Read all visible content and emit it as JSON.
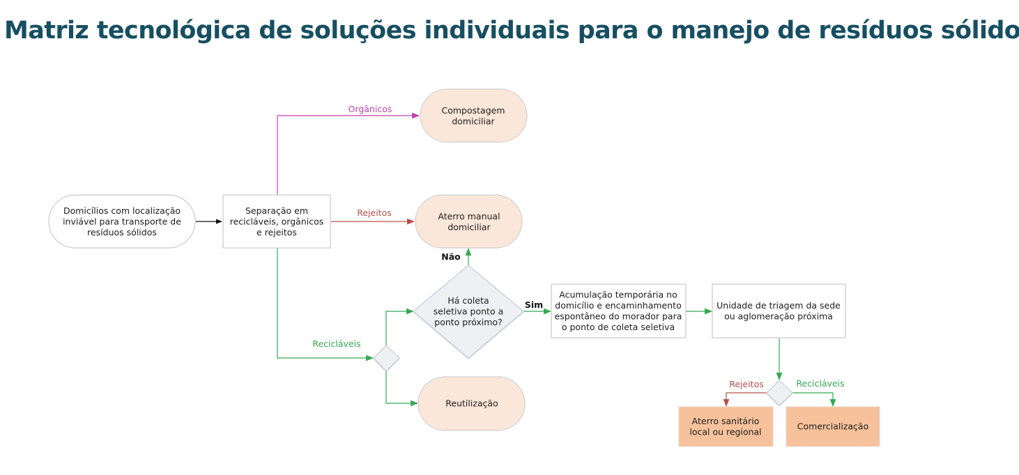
{
  "title": "Matriz tecnológica de  soluções individuais para o manejo de resíduos sólidos",
  "colors": {
    "title": "#174f62",
    "organicos": "#c23fb0",
    "rejeitos": "#b5504a",
    "reciclaveis": "#34a853",
    "neutral_arrow": "#111111",
    "terminal_fill_peach": "#fbe7da",
    "terminal_fill_white": "#ffffff",
    "process_fill_orange": "#f7c29b",
    "decision_fill": "#eef0f3",
    "node_border": "#c8c8c8"
  },
  "nodes": {
    "domicilios": {
      "lines": [
        "Domicílios com localização",
        "inviável para transporte de",
        "resíduos sólidos"
      ]
    },
    "separacao": {
      "lines": [
        "Separação em",
        "recicláveis, orgânicos",
        "e rejeitos"
      ]
    },
    "compostagem": {
      "lines": [
        "Compostagem",
        "domiciliar"
      ]
    },
    "aterro_manual": {
      "lines": [
        "Aterro manual",
        "domiciliar"
      ]
    },
    "decisao_coleta": {
      "lines": [
        "Há coleta",
        "seletiva ponto a",
        "ponto próximo?"
      ]
    },
    "acumulacao": {
      "lines": [
        "Acumulação temporária no",
        "domicílio e encaminhamento",
        "espontâneo do morador para",
        "o ponto de coleta seletiva"
      ]
    },
    "unidade_triagem": {
      "lines": [
        "Unidade de triagem da sede",
        "ou aglomeração próxima"
      ]
    },
    "reutilizacao": {
      "lines": [
        "Reutilização"
      ]
    },
    "aterro_sanitario": {
      "lines": [
        "Aterro sanitário",
        "local ou regional"
      ]
    },
    "comercializacao": {
      "lines": [
        "Comercialização"
      ]
    }
  },
  "edge_labels": {
    "organicos": "Orgânicos",
    "rejeitos_top": "Rejeitos",
    "reciclaveis_left": "Recicláveis",
    "nao": "Não",
    "sim": "Sim",
    "rejeitos_bottom": "Rejeitos",
    "reciclaveis_bottom": "Recicláveis"
  }
}
